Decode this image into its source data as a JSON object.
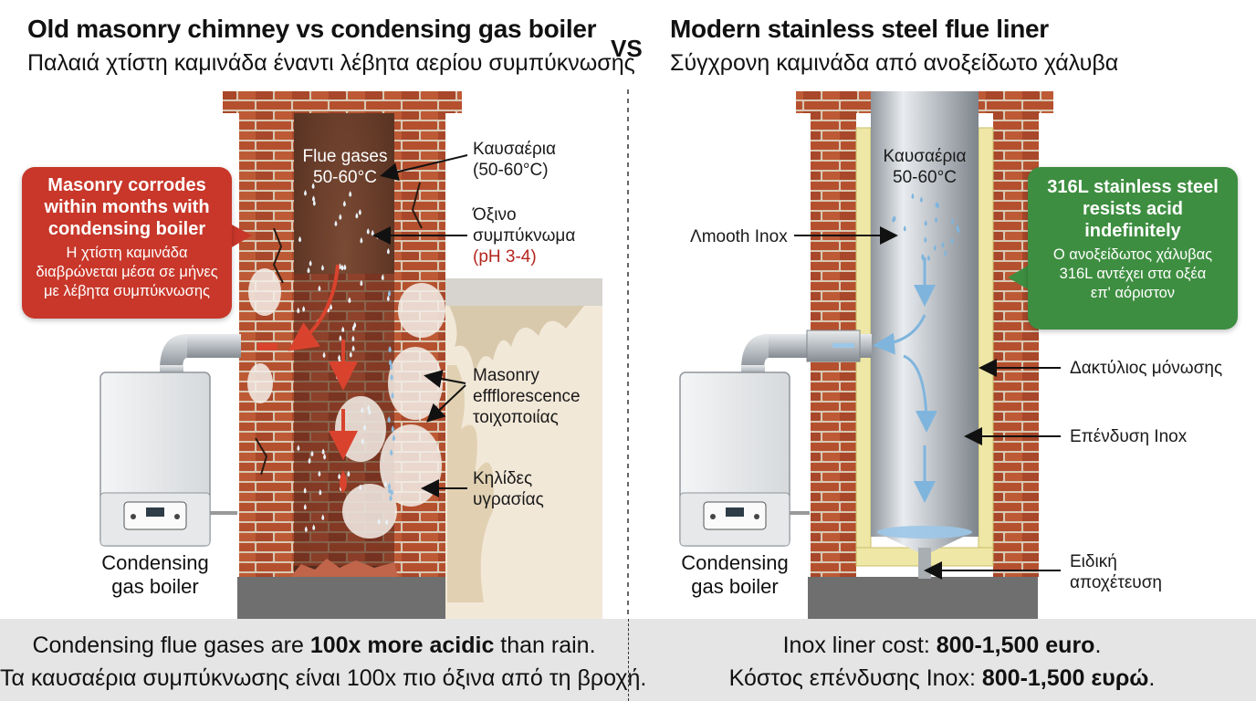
{
  "left": {
    "title_en": "Old masonry chimney vs condensing gas boiler",
    "title_gr": "Παλαιά χτίστη καμινάδα έναντι λέβητα αερίου συμπύκνωσης",
    "flue_label": "Flue gases 50-60°C",
    "flue_line1": "Flue gases",
    "flue_line2": "50-60°C",
    "kausaeria_line1": "Καυσαέρια",
    "kausaeria_line2": "(50-60°C)",
    "condensate_line1": "Όξινο",
    "condensate_line2": "συμπύκνωμα",
    "condensate_ph": "(pH 3-4)",
    "efflo_line1": "Masonry",
    "efflo_line2": "effflorescence",
    "efflo_line3": "τοιχοποιίας",
    "stain_line1": "Κηλίδες",
    "stain_line2": "υγρασίας",
    "callout_head_1": "Masonry corrodes",
    "callout_head_2": "within months with",
    "callout_head_3": "condensing boiler",
    "callout_sub_1": "Η χτίστη καμινάδα",
    "callout_sub_2": "διαβρώνεται μέσα σε μήνες",
    "callout_sub_3": "με λέβητα συμπύκνωσης",
    "boiler_line1": "Condensing",
    "boiler_line2": "gas boiler",
    "bottom_pre": "Condensing flue gases are ",
    "bottom_bold": "100x more acidic",
    "bottom_post": " than rain.",
    "bottom_gr": "Τα καυσαέρια συμπύκνωσης είναι 100x πιο όξινα από τη βροχή."
  },
  "vs_label": "VS",
  "right": {
    "title_en": "Modern stainless steel flue liner",
    "title_gr": "Σύγχρονη καμινάδα από ανοξείδωτο χάλυβα",
    "kaus_line1": "Καυσαέρια",
    "kaus_line2": "50-60°C",
    "smooth_inox": "Λmooth Inox",
    "callout_head_1": "316L stainless steel",
    "callout_head_2": "resists acid",
    "callout_head_3": "indefinitely",
    "callout_sub_1": "Ο ανοξείδωτος χάλυβας",
    "callout_sub_2": "316L αντέχει στα οξέα",
    "callout_sub_3": "επ' αόριστον",
    "insulation_ring": "Δακτύλιος μόνωσης",
    "inox_lining": "Επένδυση Inox",
    "drain_line1": "Ειδική",
    "drain_line2": "αποχέτευση",
    "boiler_line1": "Condensing",
    "boiler_line2": "gas boiler",
    "bottom_pre": "Inox liner cost: ",
    "bottom_bold": "800-1,500 euro",
    "bottom_post": ".",
    "bottom_gr_pre": "Κόστος επένδυσης Inox: ",
    "bottom_gr_bold": "800-1,500 ευρώ",
    "bottom_gr_post": "."
  },
  "colors": {
    "brick": "#b4502e",
    "mortar": "#d9cbb8",
    "alert_red": "#c8372a",
    "success_green": "#3e8e41",
    "steel": "#c9ced3",
    "insulation": "#efe7a6",
    "water_blue": "#9cc7e8"
  }
}
